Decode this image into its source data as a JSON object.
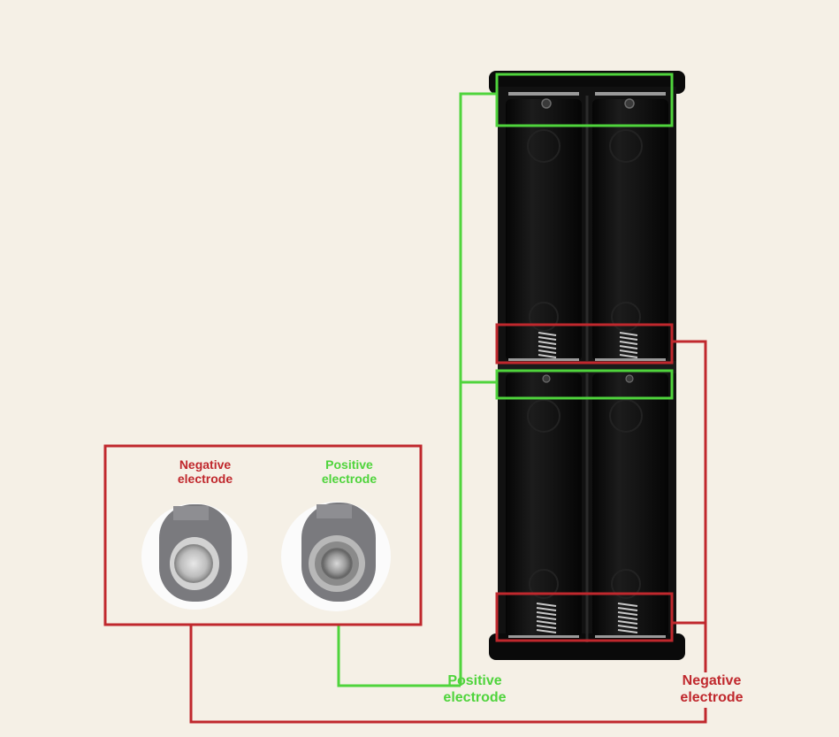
{
  "inset": {
    "negative_label_line1": "Negative",
    "negative_label_line2": "electrode",
    "positive_label_line1": "Positive",
    "positive_label_line2": "electrode"
  },
  "callouts": {
    "positive_label_line1": "Positive",
    "positive_label_line2": "electrode",
    "negative_label_line1": "Negative",
    "negative_label_line2": "electrode"
  },
  "colors": {
    "background": "#f5f0e6",
    "positive": "#4fd43c",
    "negative": "#c0282d",
    "holder": "#0c0c0c"
  }
}
